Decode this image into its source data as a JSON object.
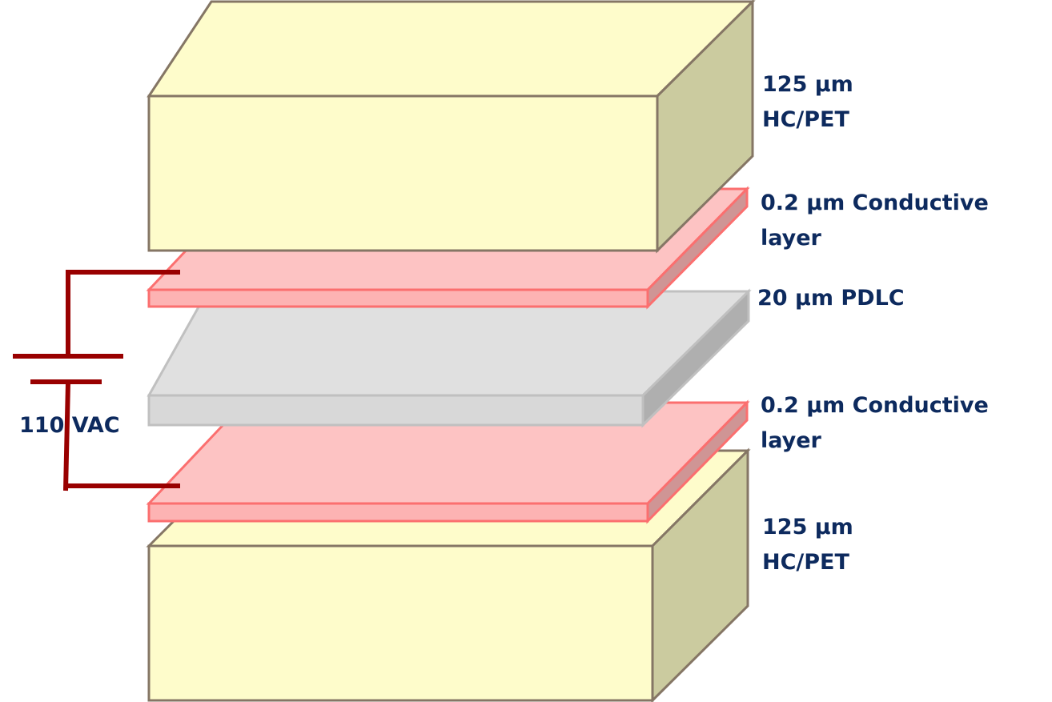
{
  "title": "PDLC film layer stack diagram",
  "colors": {
    "pet_front": "#fefccb",
    "pet_top": "#fefccb",
    "pet_side": "#cbcb9f",
    "pet_stroke": "#857665",
    "conductive_front": "#fdb3b3",
    "conductive_top": "#fdc3c3",
    "conductive_side": "#cf9595",
    "conductive_stroke": "#fb6f6f",
    "pdlc_front": "#d8d8d8",
    "pdlc_top": "#e0e0e0",
    "pdlc_side": "#afafaf",
    "pdlc_stroke": "#c0c0c0",
    "wire": "#990000",
    "label": "#0d2a5e"
  },
  "layers": [
    {
      "id": "top-pet",
      "label_line1": "125 µm",
      "label_line2": "HC/PET",
      "material": "HC/PET",
      "thickness_um": 125
    },
    {
      "id": "top-conductive",
      "label_line1": "0.2 µm Conductive",
      "label_line2": "layer",
      "material": "Conductive layer",
      "thickness_um": 0.2
    },
    {
      "id": "pdlc",
      "label_line1": "20 µm PDLC",
      "label_line2": "",
      "material": "PDLC",
      "thickness_um": 20
    },
    {
      "id": "bottom-conductive",
      "label_line1": "0.2 µm Conductive",
      "label_line2": "layer",
      "material": "Conductive layer",
      "thickness_um": 0.2
    },
    {
      "id": "bottom-pet",
      "label_line1": "125 µm",
      "label_line2": "HC/PET",
      "material": "HC/PET",
      "thickness_um": 125
    }
  ],
  "power_source": {
    "label": "110 VAC",
    "symbol": "battery-symbol"
  }
}
